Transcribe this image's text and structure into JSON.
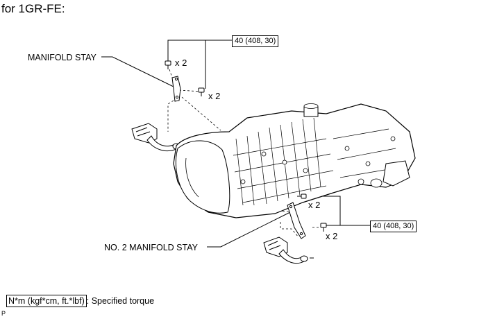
{
  "heading": "for 1GR-FE:",
  "labels": {
    "manifold_stay": "MANIFOLD STAY",
    "no2_manifold_stay": "NO. 2 MANIFOLD STAY"
  },
  "quantities": {
    "top_bolt": "x 2",
    "top_nut": "x 2",
    "bottom_bolt": "x 2",
    "bottom_nut": "x 2"
  },
  "torque": {
    "top": "40 (408, 30)",
    "bottom": "40 (408, 30)"
  },
  "legend": {
    "unit": "N*m (kgf*cm, ft.*lbf)",
    "description": ": Specified torque"
  },
  "corner_mark": "P"
}
